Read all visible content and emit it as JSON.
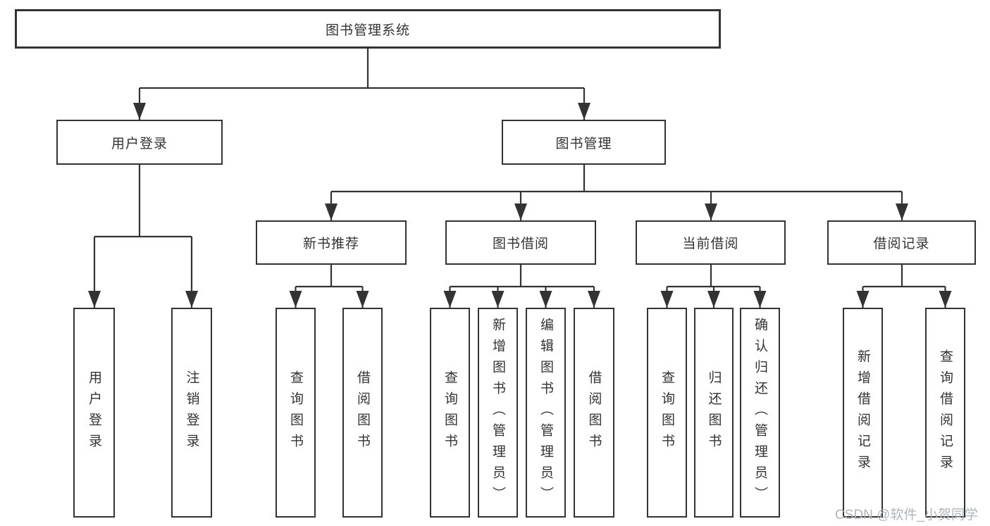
{
  "diagram": {
    "root": {
      "label": "图书管理系统"
    },
    "branches": [
      {
        "label": "用户登录",
        "children": [
          {
            "label": "用户登录"
          },
          {
            "label": "注销登录"
          }
        ]
      },
      {
        "label": "图书管理",
        "children": [
          {
            "label": "新书推荐",
            "children": [
              {
                "label": "查询图书"
              },
              {
                "label": "借阅图书"
              }
            ]
          },
          {
            "label": "图书借阅",
            "children": [
              {
                "label": "查询图书"
              },
              {
                "label": "新增图书（管理员）"
              },
              {
                "label": "编辑图书（管理员）"
              },
              {
                "label": "借阅图书"
              }
            ]
          },
          {
            "label": "当前借阅",
            "children": [
              {
                "label": "查询图书"
              },
              {
                "label": "归还图书"
              },
              {
                "label": "确认归还（管理员）"
              }
            ]
          },
          {
            "label": "借阅记录",
            "children": [
              {
                "label": "新增借阅记录"
              },
              {
                "label": "查询借阅记录"
              }
            ]
          }
        ]
      }
    ]
  },
  "watermark": {
    "text": "CSDN @软件_小贺同学"
  },
  "colors": {
    "line": "#333333",
    "box_fill": "#ffffff",
    "watermark": "#b0b5bc"
  }
}
